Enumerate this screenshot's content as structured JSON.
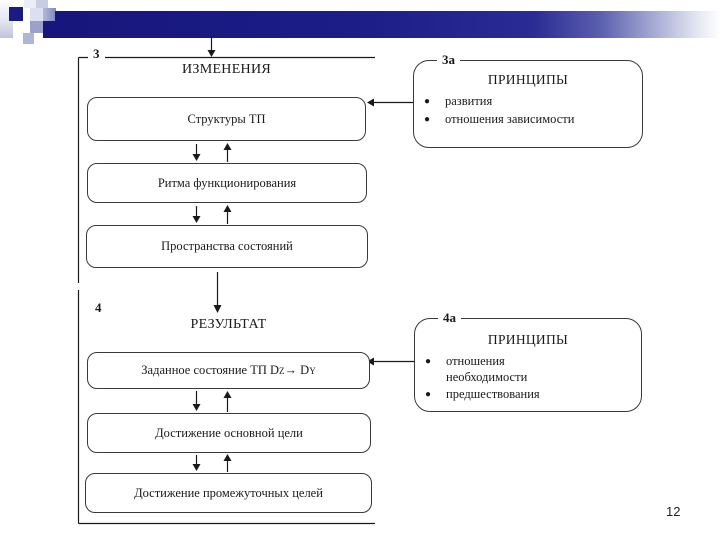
{
  "decoration": {
    "bar_navy": "#1b1b88",
    "square_navy": "#1b1b86",
    "square_lavender": "#a9aed2"
  },
  "icons": {
    "bullet": "●"
  },
  "section3": {
    "label": "3",
    "title": "ИЗМЕНЕНИЯ",
    "boxes": [
      "Структуры ТП",
      "Ритма функционирования",
      "Пространства состояний"
    ]
  },
  "section3a": {
    "label": "3а",
    "title": "ПРИНЦИПЫ",
    "bullets": [
      "развития",
      "отношения зависимости"
    ]
  },
  "section4": {
    "label": "4",
    "title": "РЕЗУЛЬТАТ",
    "state_box": {
      "pre": "Заданное состояние ТП D",
      "sub_from": "Z",
      "mid": " → D",
      "sub_to": "Y"
    },
    "boxes": [
      "Достижение основной цели",
      "Достижение промежуточных целей"
    ]
  },
  "section4a": {
    "label": "4а",
    "title": "ПРИНЦИПЫ",
    "bullets": [
      "отношения необходимости",
      "предшествования"
    ]
  },
  "slide": {
    "page_number": "12"
  }
}
